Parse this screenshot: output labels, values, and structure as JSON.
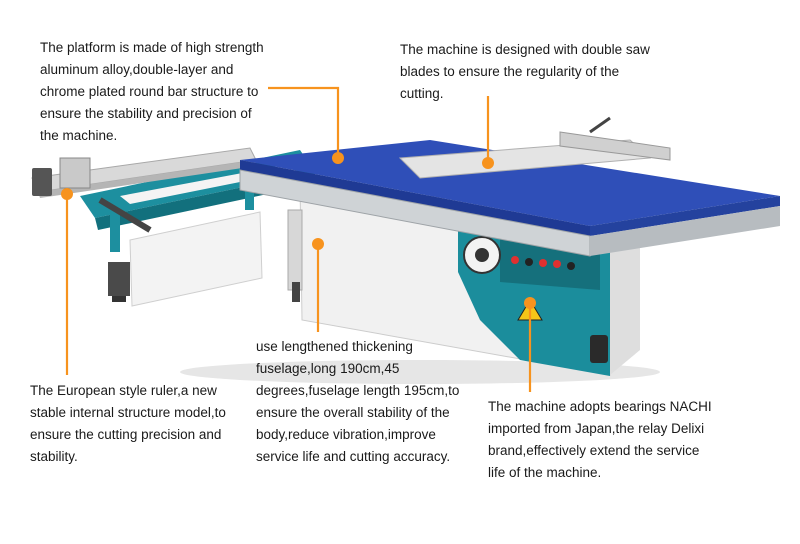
{
  "annotations": {
    "platform": "The platform is made of high strength\naluminum alloy,double-layer and\nchrome plated round bar structure to\nensure the stability and precision of\nthe machine.",
    "blades": "The machine is designed with double saw\nblades to ensure the regularity of the\ncutting.",
    "fuselage": "use lengthened thickening\nfuselage,long 190cm,45\ndegrees,fuselage length 195cm,to\nensure the overall stability of the\nbody,reduce vibration,improve\nservice life and cutting accuracy.",
    "ruler": "The European style ruler,a new\nstable internal structure model,to\nensure the cutting precision and\nstability.",
    "bearings": "The machine adopts bearings NACHI\nimported from Japan,the relay Delixi\nbrand,effectively extend the service\nlife of the machine."
  },
  "colors": {
    "accent_orange": "#f7931e",
    "machine_teal": "#1b8d9c",
    "table_blue": "#2f4fb8",
    "body_white": "#f2f2f2"
  }
}
